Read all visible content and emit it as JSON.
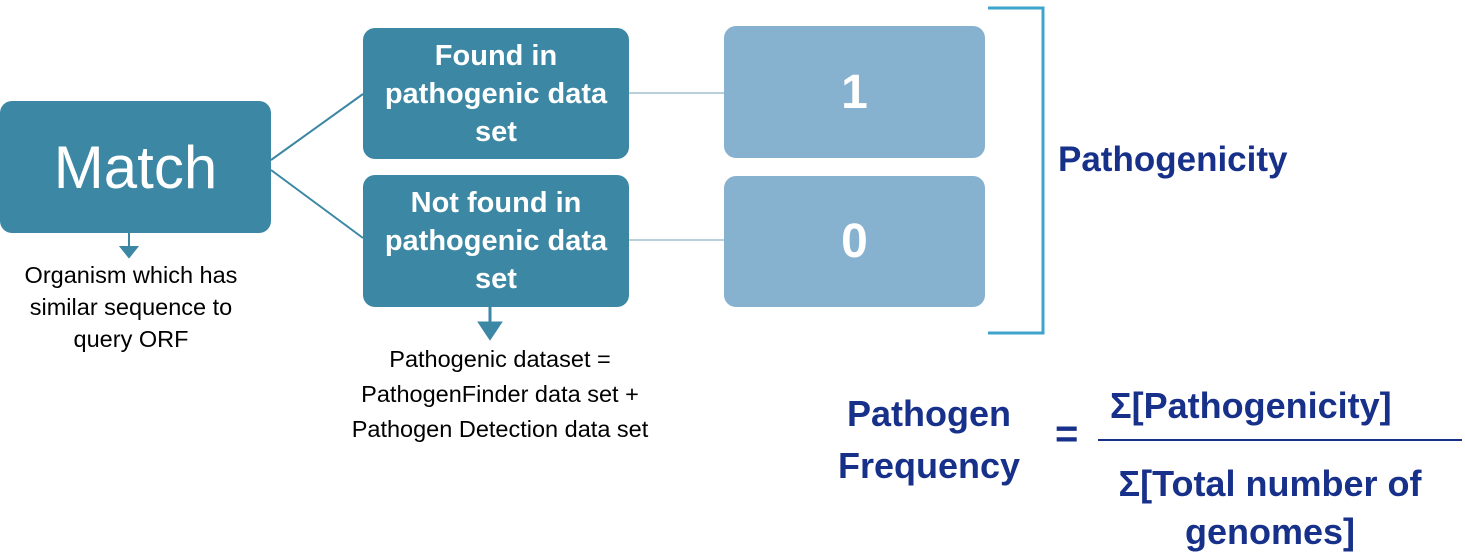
{
  "match": {
    "label": "Match",
    "note": "Organism which has similar sequence to query ORF"
  },
  "found": {
    "label": "Found in pathogenic data set",
    "value": "1"
  },
  "not_found": {
    "label": "Not found in pathogenic data set",
    "value": "0"
  },
  "dataset_note": "Pathogenic dataset = PathogenFinder data set + Pathogen Detection data set",
  "pathogenicity": "Pathogenicity",
  "formula": {
    "lhs": "Pathogen Frequency",
    "equals": "=",
    "numerator": "Σ[Pathogenicity]",
    "denominator": "Σ[Total number of genomes]"
  },
  "colors": {
    "dark_box": "#3b87a4",
    "light_box": "#86b1cf",
    "navy_text": "#17308a",
    "bracket": "#3ea4cc"
  }
}
